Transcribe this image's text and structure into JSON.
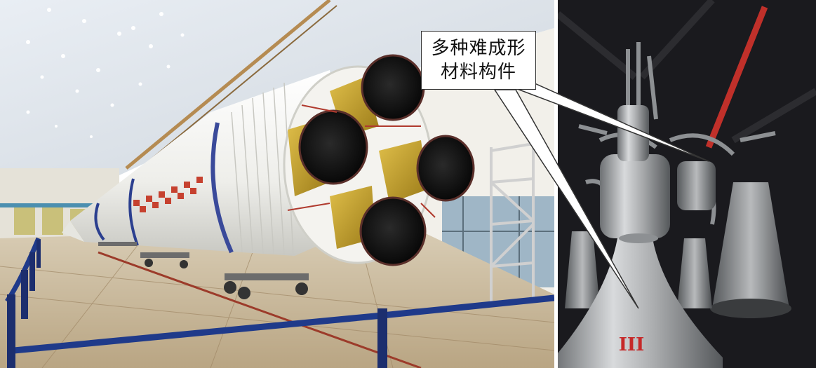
{
  "callout": {
    "line1": "多种难成形",
    "line2": "材料构件"
  },
  "engine_marking": "III",
  "colors": {
    "hall_wall": "#f2f0ea",
    "floor": "#c9b89a",
    "rocket_white": "#f4f3ef",
    "nozzle_black": "#141414",
    "gold_foil": "#c9a227",
    "barrier_blue": "#1f3a8a",
    "engine_metal": "#a9abad",
    "engine_bg": "#1a1a1e",
    "red_pipe": "#c0302a",
    "marking_red": "#c62828"
  }
}
